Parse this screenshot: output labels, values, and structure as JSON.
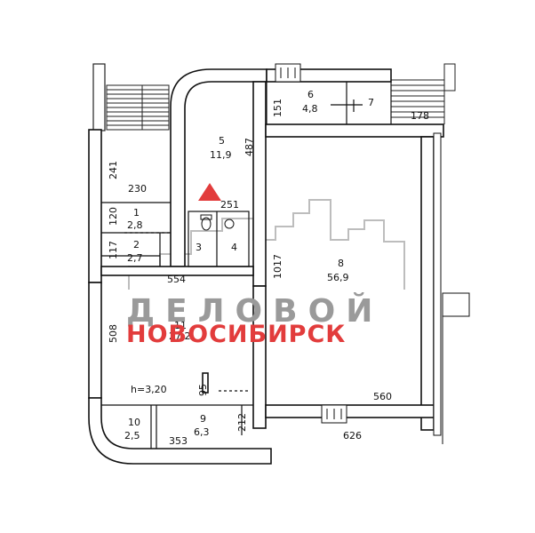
{
  "watermark": {
    "line1": "ДЕЛОВОЙ",
    "line2": "НОВОСИБИРСК",
    "skyline_color": "#b8b8b8",
    "accent_color": "#e23c3c"
  },
  "rooms": [
    {
      "number": "1",
      "area": "2,8"
    },
    {
      "number": "2",
      "area": "2,7"
    },
    {
      "number": "3",
      "area": ""
    },
    {
      "number": "4",
      "area": ""
    },
    {
      "number": "5",
      "area": "11,9"
    },
    {
      "number": "6",
      "area": "4,8"
    },
    {
      "number": "7",
      "area": ""
    },
    {
      "number": "8",
      "area": "56,9"
    },
    {
      "number": "9",
      "area": "6,3"
    },
    {
      "number": "10",
      "area": "2,5"
    },
    {
      "number": "11",
      "area": "27,2"
    }
  ],
  "dimensions": {
    "d241": "241",
    "d230": "230",
    "d120": "120",
    "d117": "117",
    "d554": "554",
    "d508": "508",
    "d487": "487",
    "d251": "251",
    "d151": "151",
    "d178": "178",
    "d1017": "1017",
    "d560": "560",
    "d626": "626",
    "d95": "95",
    "d212": "212",
    "d353": "353"
  },
  "ceiling_height": "h=3,20"
}
